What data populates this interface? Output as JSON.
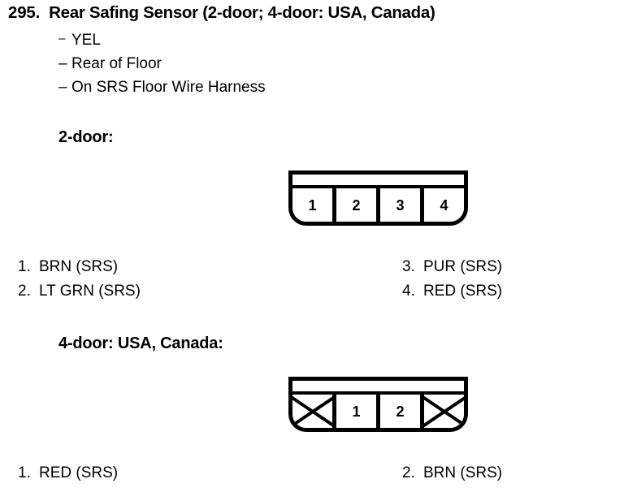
{
  "entry": {
    "number": "295.",
    "title": "Rear Safing Sensor (2-door; 4-door: USA, Canada)",
    "bullets": [
      {
        "dash": "–",
        "text": "YEL"
      },
      {
        "dash": "–",
        "text": "Rear of Floor"
      },
      {
        "dash": "–",
        "text": "On SRS Floor Wire Harness"
      }
    ]
  },
  "sections": [
    {
      "heading": "2-door:",
      "connector": {
        "cavities": [
          {
            "label": "1",
            "blocked": false
          },
          {
            "label": "2",
            "blocked": false
          },
          {
            "label": "3",
            "blocked": false
          },
          {
            "label": "4",
            "blocked": false
          }
        ]
      },
      "legend_left": [
        {
          "pin": "1.",
          "wire": "BRN (SRS)"
        },
        {
          "pin": "2.",
          "wire": "LT GRN (SRS)"
        }
      ],
      "legend_right": [
        {
          "pin": "3.",
          "wire": "PUR (SRS)"
        },
        {
          "pin": "4.",
          "wire": "RED (SRS)"
        }
      ]
    },
    {
      "heading": "4-door: USA, Canada:",
      "connector": {
        "cavities": [
          {
            "label": "",
            "blocked": true
          },
          {
            "label": "1",
            "blocked": false
          },
          {
            "label": "2",
            "blocked": false
          },
          {
            "label": "",
            "blocked": true
          }
        ]
      },
      "legend_left": [
        {
          "pin": "1.",
          "wire": "RED (SRS)"
        }
      ],
      "legend_right": [
        {
          "pin": "2.",
          "wire": "BRN (SRS)"
        }
      ]
    }
  ],
  "colors": {
    "ink": "#000000",
    "paper": "#ffffff"
  }
}
